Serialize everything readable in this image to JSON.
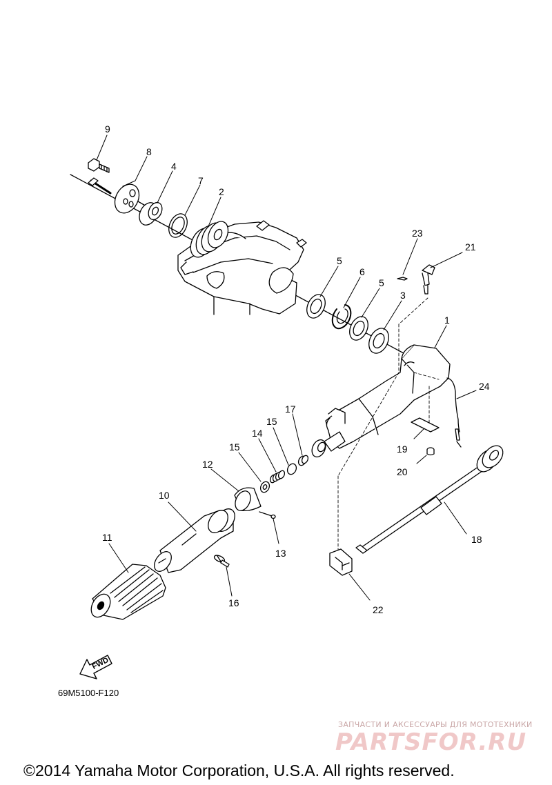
{
  "labels": [
    {
      "id": "1",
      "text": "1"
    },
    {
      "id": "2",
      "text": "2"
    },
    {
      "id": "3",
      "text": "3"
    },
    {
      "id": "4",
      "text": "4"
    },
    {
      "id": "5a",
      "text": "5"
    },
    {
      "id": "5b",
      "text": "5"
    },
    {
      "id": "6",
      "text": "6"
    },
    {
      "id": "7",
      "text": "7"
    },
    {
      "id": "8",
      "text": "8"
    },
    {
      "id": "9",
      "text": "9"
    },
    {
      "id": "10",
      "text": "10"
    },
    {
      "id": "11",
      "text": "11"
    },
    {
      "id": "12",
      "text": "12"
    },
    {
      "id": "13",
      "text": "13"
    },
    {
      "id": "14",
      "text": "14"
    },
    {
      "id": "15a",
      "text": "15"
    },
    {
      "id": "15b",
      "text": "15"
    },
    {
      "id": "16",
      "text": "16"
    },
    {
      "id": "17",
      "text": "17"
    },
    {
      "id": "18",
      "text": "18"
    },
    {
      "id": "19",
      "text": "19"
    },
    {
      "id": "20",
      "text": "20"
    },
    {
      "id": "21",
      "text": "21"
    },
    {
      "id": "22",
      "text": "22"
    },
    {
      "id": "23",
      "text": "23"
    },
    {
      "id": "24",
      "text": "24"
    }
  ],
  "fwd_label": "FWD",
  "part_code": "69M5100-F120",
  "watermark": {
    "subtitle": "ЗАПЧАСТИ И АКСЕССУАРЫ ДЛЯ МОТОТЕХНИКИ",
    "logo": "PARTSFOR.RU"
  },
  "copyright": "©2014 Yamaha Motor Corporation, U.S.A. All rights reserved."
}
